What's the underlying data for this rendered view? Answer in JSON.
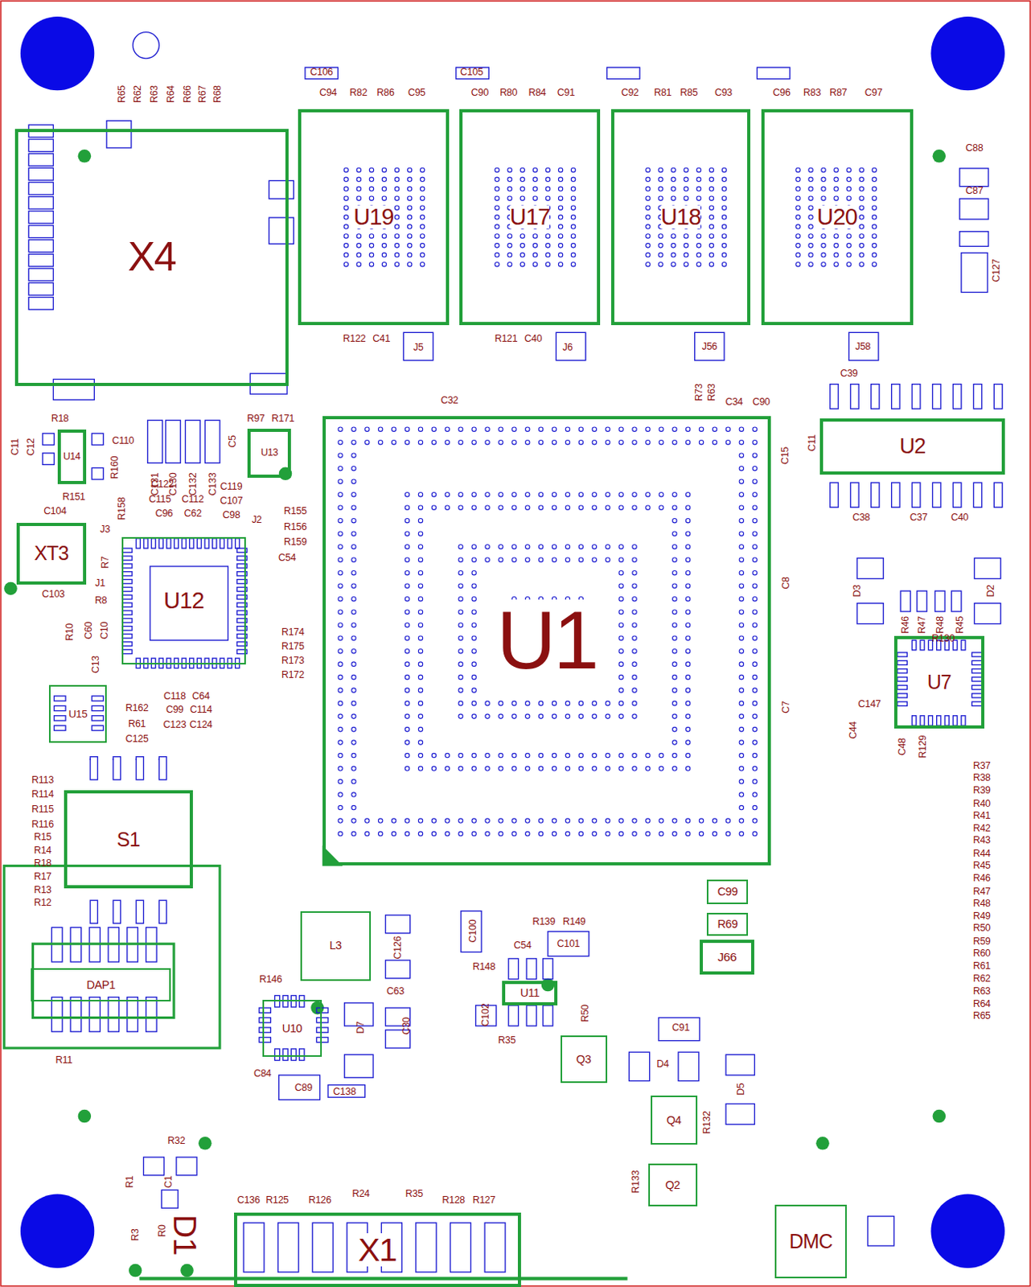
{
  "diagram": {
    "nodes": [
      {
        "text": [
          "X4"
        ]
      },
      {
        "text": [
          "U19"
        ]
      },
      {
        "text": [
          "U17"
        ]
      },
      {
        "text": [
          "U18"
        ]
      },
      {
        "text": [
          "U20"
        ]
      },
      {
        "text": [
          "U1"
        ]
      },
      {
        "text": [
          "U2"
        ]
      },
      {
        "text": [
          "XT3"
        ]
      },
      {
        "text": [
          "U14"
        ]
      },
      {
        "text": [
          "U13"
        ]
      },
      {
        "text": [
          "U12"
        ]
      },
      {
        "text": [
          "U15"
        ]
      },
      {
        "text": [
          "S1"
        ]
      },
      {
        "text": [
          "DAP1"
        ]
      },
      {
        "text": [
          "L3"
        ]
      },
      {
        "text": [
          "U10"
        ]
      },
      {
        "text": [
          "U11"
        ]
      },
      {
        "text": [
          "U7"
        ]
      },
      {
        "text": [
          "J66"
        ]
      },
      {
        "text": [
          "C99"
        ]
      },
      {
        "text": [
          "R69"
        ]
      },
      {
        "text": [
          "Q3"
        ]
      },
      {
        "text": [
          "Q4"
        ]
      },
      {
        "text": [
          "Q2"
        ]
      },
      {
        "text": [
          "DMC"
        ]
      },
      {
        "text": [
          "X1"
        ]
      }
    ],
    "labels": [
      "C106",
      "C105",
      "C94",
      "R82",
      "R86",
      "C95",
      "C90",
      "R80",
      "R84",
      "C91",
      "C92",
      "R81",
      "R85",
      "C93",
      "C96",
      "R83",
      "R87",
      "C97",
      "R65",
      "R62",
      "R63",
      "R64",
      "R66",
      "R67",
      "R68",
      "C88",
      "C87",
      "C127",
      "R122",
      "C41",
      "J5",
      "R121",
      "C40",
      "J6",
      "J56",
      "J58",
      "C39",
      "C32",
      "R73",
      "R63",
      "C34",
      "C90",
      "C15",
      "C11",
      "C8",
      "C7",
      "C38",
      "C37",
      "C40",
      "R46",
      "R47",
      "R48",
      "R45",
      "R130",
      "C147",
      "C44",
      "C48",
      "R129",
      "R37",
      "R38",
      "R39",
      "R40",
      "R41",
      "R42",
      "R43",
      "R44",
      "R45",
      "R46",
      "R47",
      "R48",
      "R49",
      "R50",
      "R59",
      "R60",
      "R61",
      "R62",
      "R63",
      "R64",
      "R65",
      "R18",
      "C11",
      "C12",
      "C110",
      "R160",
      "R151",
      "C104",
      "C103",
      "C131",
      "C130",
      "C132",
      "C133",
      "C5",
      "R97",
      "R171",
      "C122",
      "C115",
      "C112",
      "C96",
      "C62",
      "C119",
      "C107",
      "C98",
      "J2",
      "R158",
      "J3",
      "R7",
      "J1",
      "R8",
      "R10",
      "C60",
      "C10",
      "C13",
      "R155",
      "R156",
      "R159",
      "C54",
      "R174",
      "R175",
      "R173",
      "R172",
      "C118",
      "C64",
      "C99",
      "C114",
      "C123",
      "C124",
      "R162",
      "R61",
      "C125",
      "R113",
      "R114",
      "R115",
      "R116",
      "R15",
      "R14",
      "R18",
      "R17",
      "R13",
      "R12",
      "R11",
      "R146",
      "C84",
      "C89",
      "C138",
      "C126",
      "C63",
      "C30",
      "D7",
      "C100",
      "R139",
      "R149",
      "C54",
      "C101",
      "R148",
      "C102",
      "R35",
      "R50",
      "C91",
      "D4",
      "D5",
      "R132",
      "R133",
      "D3",
      "D2",
      "R32",
      "C1",
      "R1",
      "R3",
      "R0",
      "D1",
      "C136",
      "R125",
      "R126",
      "R24",
      "R35",
      "R128",
      "R127"
    ]
  }
}
